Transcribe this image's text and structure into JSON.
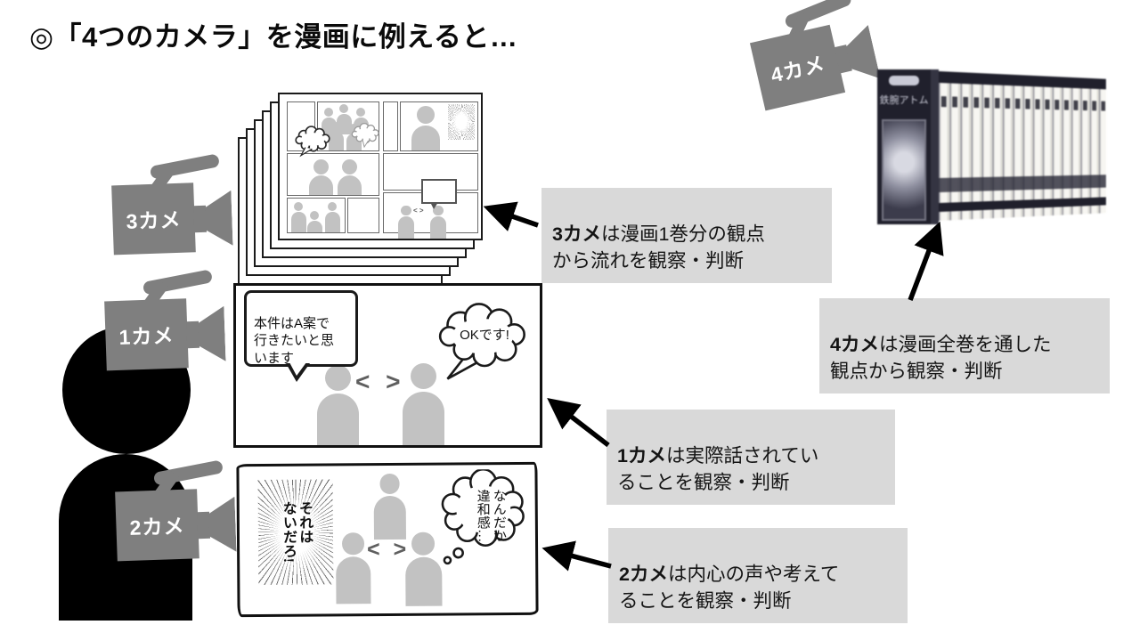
{
  "title": "◎「4つのカメラ」を漫画に例えると…",
  "cameras": {
    "cam1": {
      "label": "1カメ"
    },
    "cam2": {
      "label": "2カメ"
    },
    "cam3": {
      "label": "3カメ"
    },
    "cam4": {
      "label": "4カメ"
    }
  },
  "notes": {
    "cam1": {
      "bold": "1カメ",
      "rest": "は実際話されてい\nることを観察・判断"
    },
    "cam2": {
      "bold": "2カメ",
      "rest": "は内心の声や考えて\nることを観察・判断"
    },
    "cam3": {
      "bold": "3カメ",
      "rest": "は漫画1巻分の観点\nから流れを観察・判断"
    },
    "cam4": {
      "bold": "4カメ",
      "rest": "は漫画全巻を通した\n観点から観察・判断"
    }
  },
  "panel1": {
    "speech_left": "本件はA案で\n行きたいと思\nいます",
    "speech_right": "OKです!",
    "chevrons": "< >"
  },
  "panel2": {
    "burst_text": "それは\nないだろ!",
    "thought_text": "なんだか\n違和感…",
    "chevrons": "< >"
  },
  "stack_page": {
    "chevrons": "< >"
  },
  "boxset": {
    "title": "鉄腕アトム"
  },
  "colors": {
    "camera_gray": "#7f7f7f",
    "silhouette_black": "#000000",
    "note_bg": "#d9d9d9",
    "person_gray": "#c2c2c2"
  }
}
